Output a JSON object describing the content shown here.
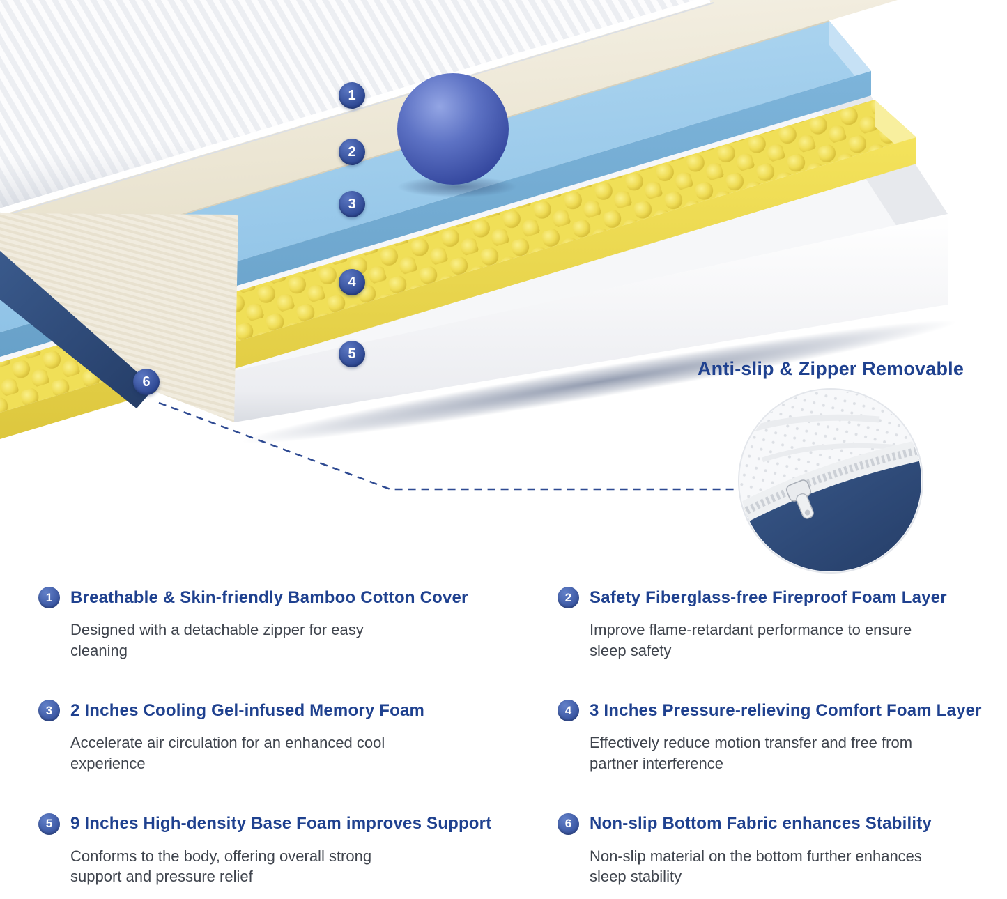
{
  "diagram": {
    "markers": [
      "1",
      "2",
      "3",
      "4",
      "5",
      "6"
    ],
    "inset_title": "Anti-slip & Zipper Removable"
  },
  "features": [
    {
      "num": "1",
      "title": "Breathable & Skin-friendly Bamboo Cotton Cover",
      "desc": "Designed with a detachable zipper for easy cleaning"
    },
    {
      "num": "2",
      "title": "Safety Fiberglass-free Fireproof Foam Layer",
      "desc": "Improve flame-retardant performance to ensure sleep safety"
    },
    {
      "num": "3",
      "title": "2 Inches Cooling Gel-infused Memory Foam",
      "desc": "Accelerate air circulation for an enhanced cool experience"
    },
    {
      "num": "4",
      "title": "3 Inches Pressure-relieving Comfort Foam Layer",
      "desc": "Effectively reduce motion transfer and free from partner interference"
    },
    {
      "num": "5",
      "title": "9 Inches High-density Base Foam improves Support",
      "desc": "Conforms to the body, offering overall strong support and pressure relief"
    },
    {
      "num": "6",
      "title": "Non-slip Bottom Fabric enhances Stability",
      "desc": "Non-slip material on the bottom further enhances sleep stability"
    }
  ],
  "colors": {
    "heading_blue": "#1f418f",
    "body_text": "#3f444d",
    "marker_blue": "#2c4691",
    "gel_foam": "#9fcbea",
    "comfort_foam": "#f0df57",
    "base_foam": "#f4f5f7",
    "fireproof_layer": "#efe9d8",
    "bottom_fabric": "#2c4470",
    "ball": "#4a5fb0"
  }
}
